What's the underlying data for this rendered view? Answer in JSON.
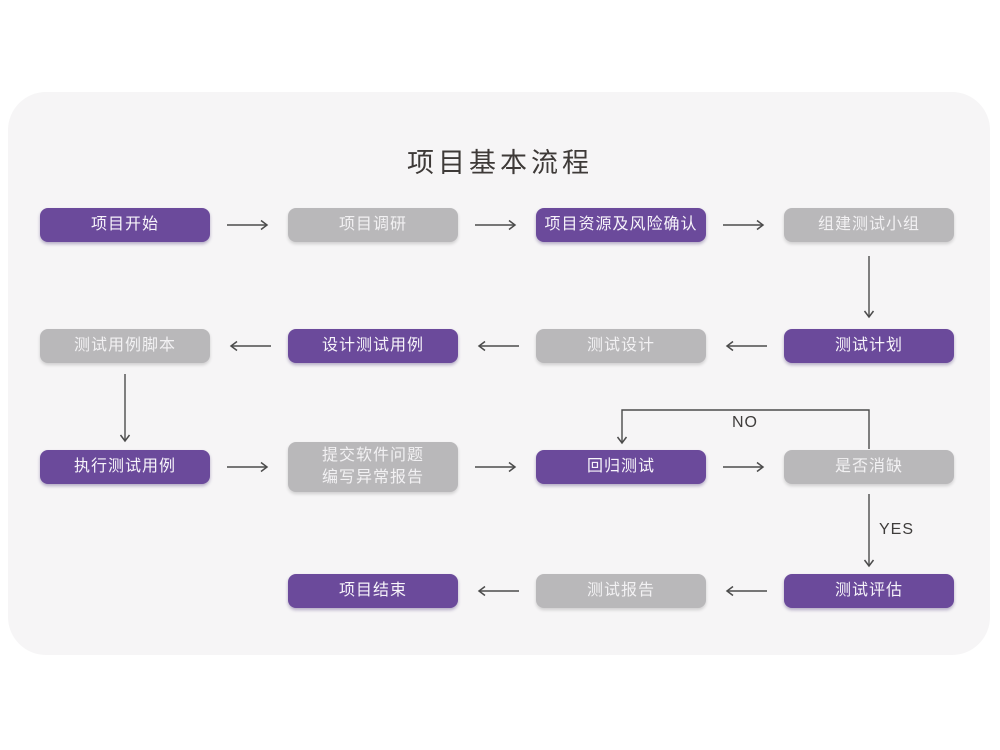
{
  "title": "项目基本流程",
  "flow": {
    "nodes": [
      {
        "id": "project-start",
        "label": "项目开始",
        "variant": "purple"
      },
      {
        "id": "project-research",
        "label": "项目调研",
        "variant": "gray"
      },
      {
        "id": "resource-risk-confirm",
        "label": "项目资源及风险确认",
        "variant": "purple"
      },
      {
        "id": "build-test-team",
        "label": "组建测试小组",
        "variant": "gray"
      },
      {
        "id": "test-case-script",
        "label": "测试用例脚本",
        "variant": "gray"
      },
      {
        "id": "design-test-case",
        "label": "设计测试用例",
        "variant": "purple"
      },
      {
        "id": "test-design",
        "label": "测试设计",
        "variant": "gray"
      },
      {
        "id": "test-plan",
        "label": "测试计划",
        "variant": "purple"
      },
      {
        "id": "execute-test-case",
        "label": "执行测试用例",
        "variant": "purple"
      },
      {
        "id": "submit-issue-report",
        "label": "提交软件问题\n编写异常报告",
        "variant": "gray"
      },
      {
        "id": "regression-test",
        "label": "回归测试",
        "variant": "purple"
      },
      {
        "id": "defect-cleared",
        "label": "是否消缺",
        "variant": "gray"
      },
      {
        "id": "project-end",
        "label": "项目结束",
        "variant": "purple"
      },
      {
        "id": "test-report",
        "label": "测试报告",
        "variant": "gray"
      },
      {
        "id": "test-evaluation",
        "label": "测试评估",
        "variant": "purple"
      }
    ],
    "edge_labels": {
      "no": "NO",
      "yes": "YES"
    }
  },
  "colors": {
    "node_purple": "#6b4a9b",
    "node_gray": "#b9b8ba",
    "card_background": "#f6f5f6",
    "arrow": "#4c4c4c",
    "title_text": "#3e3a38",
    "node_text": "#f7f4fa"
  }
}
